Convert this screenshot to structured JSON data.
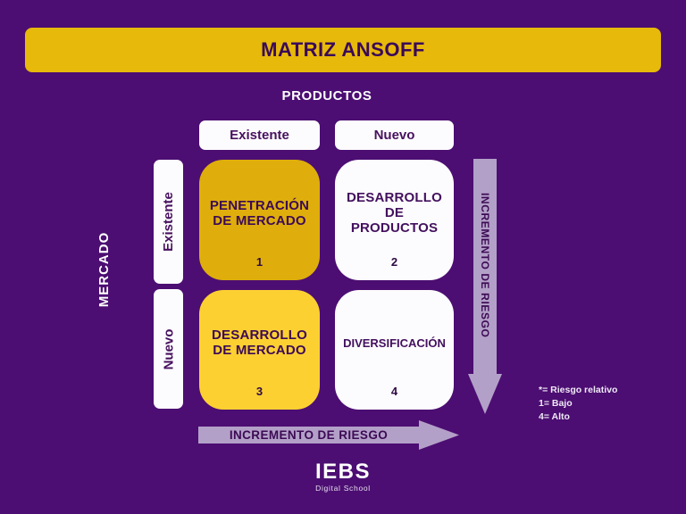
{
  "title": "MATRIZ ANSOFF",
  "axes": {
    "columns_title": "PRODUCTOS",
    "rows_title": "MERCADO",
    "column_headers": [
      "Existente",
      "Nuevo"
    ],
    "row_headers": [
      "Existente",
      "Nuevo"
    ]
  },
  "quadrants": [
    {
      "name": "PENETRACIÓN\nDE MERCADO",
      "number": "1",
      "variant": "gold"
    },
    {
      "name": "DESARROLLO\nDE\nPRODUCTOS",
      "number": "2",
      "variant": "white"
    },
    {
      "name": "DESARROLLO\nDE MERCADO",
      "number": "3",
      "variant": "yellow"
    },
    {
      "name": "DIVERSIFICACIÓN",
      "number": "4",
      "variant": "white"
    }
  ],
  "arrows": {
    "vertical_label": "INCREMENTO DE RIESGO",
    "horizontal_label": "INCREMENTO DE RIESGO"
  },
  "legend": {
    "lines": [
      "*= Riesgo relativo",
      "1= Bajo",
      "4= Alto"
    ]
  },
  "logo": {
    "name": "IEBS",
    "subtitle": "Digital School"
  },
  "colors": {
    "background": "#4c0e72",
    "title_bar": "#e7b90a",
    "quadrant_gold": "#dfae0c",
    "quadrant_yellow": "#fdd032",
    "quadrant_white": "#fcfbfd",
    "arrow_lavender": "#b3a0c8",
    "dark_purple_text": "#3c0a54",
    "purple_text_on_white": "#47115f",
    "white_text": "#ffffff"
  }
}
